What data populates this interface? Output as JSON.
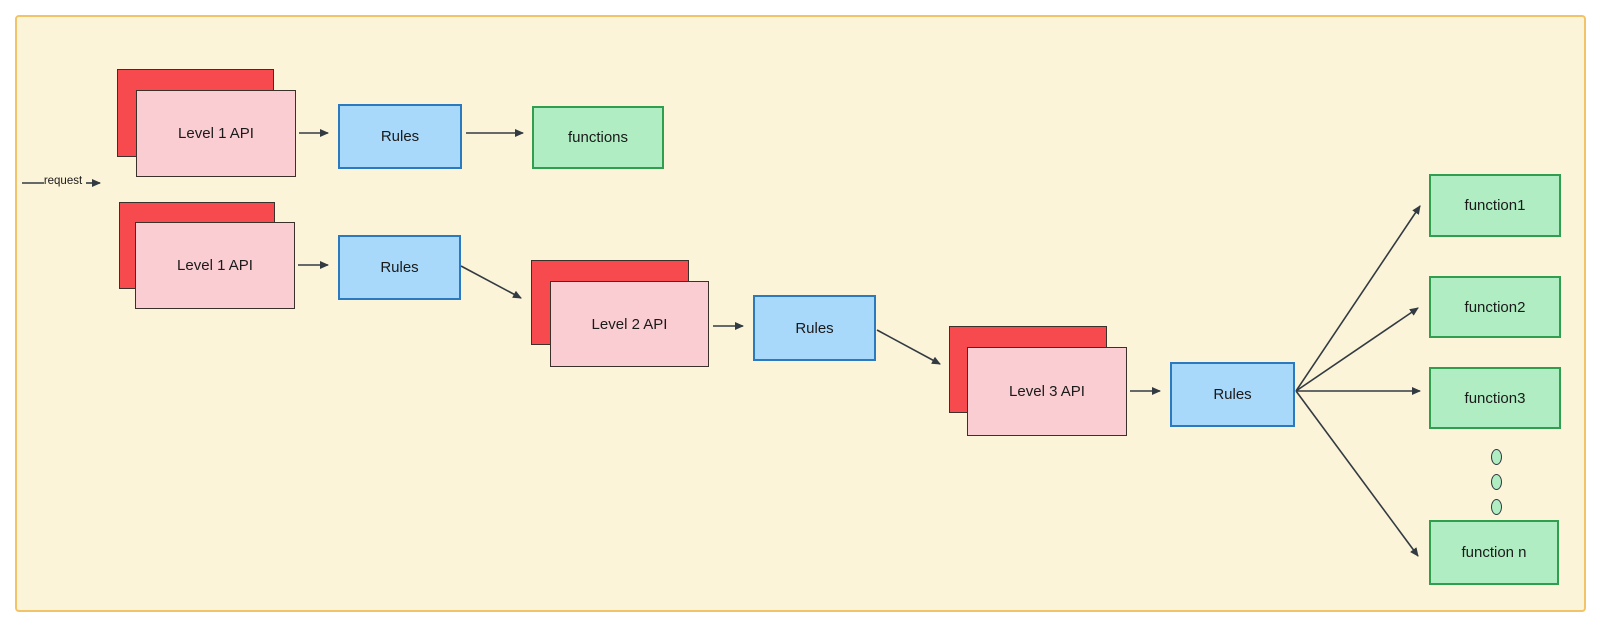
{
  "diagram": {
    "request_label": "request",
    "nodes": {
      "level1_api_a": "Level 1 API",
      "level1_api_b": "Level 1 API",
      "rules_1": "Rules",
      "rules_2": "Rules",
      "rules_3": "Rules",
      "rules_4": "Rules",
      "functions": "functions",
      "level2_api": "Level 2 API",
      "level3_api": "Level 3 API",
      "function_1": "function1",
      "function_2": "function2",
      "function_3": "function3",
      "function_n": "function n"
    },
    "colors": {
      "canvas_bg": "#fcf4d9",
      "canvas_border": "#f2c469",
      "api_front": "#facdd2",
      "api_back": "#f64a4e",
      "api_border": "#39312a",
      "rules_fill": "#a8d8fa",
      "rules_border": "#2b7ac0",
      "function_fill": "#b0edc2",
      "function_border": "#2f9e4f",
      "arrow": "#333b42",
      "text": "#1a1a1a"
    }
  }
}
